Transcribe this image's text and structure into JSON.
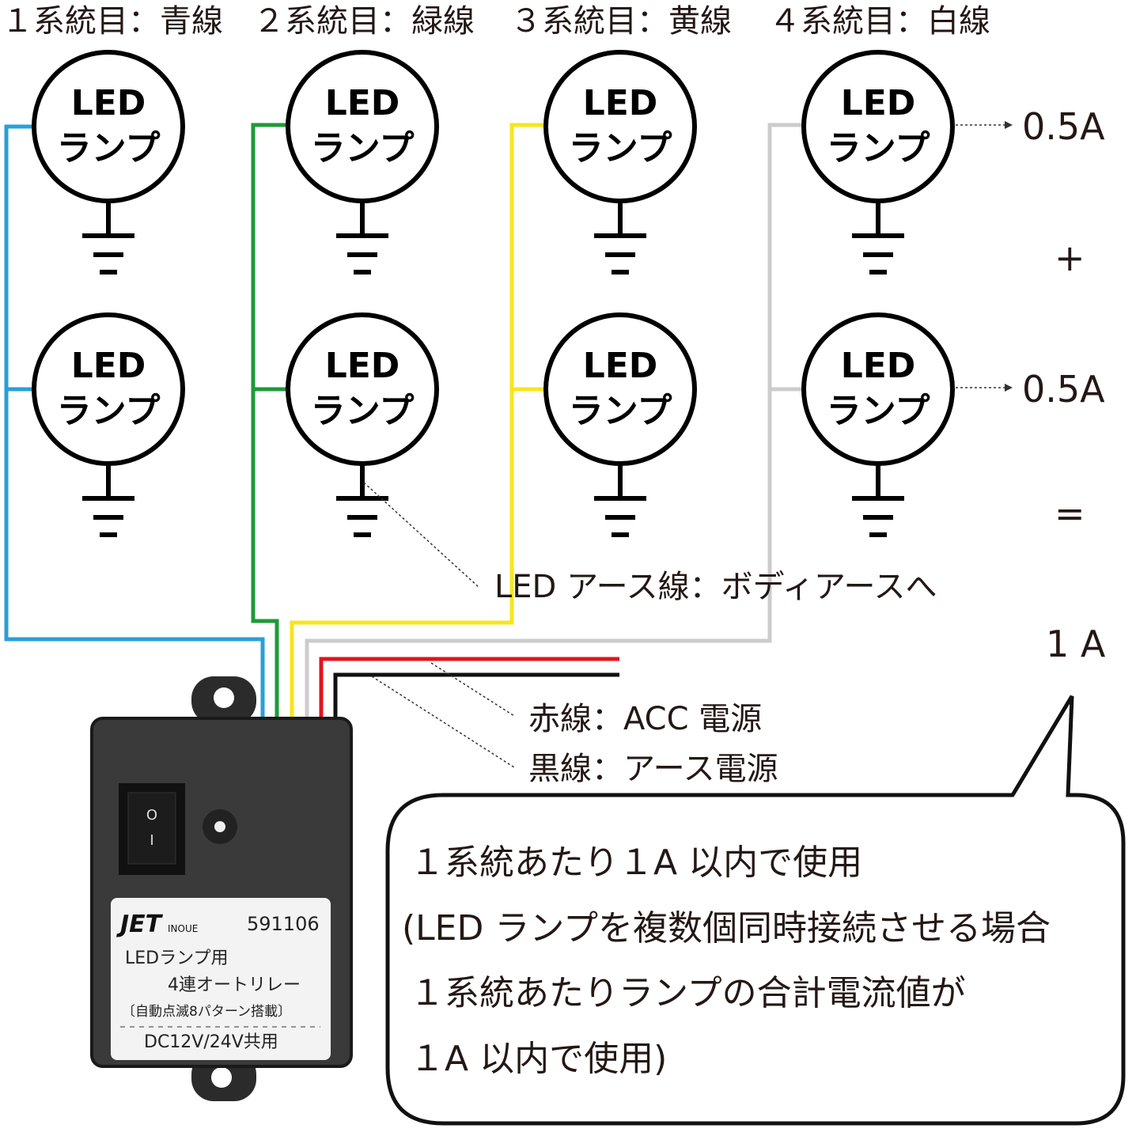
{
  "headers": [
    "１系統目：青線",
    "２系統目：緑線",
    "３系統目：黄線",
    "４系統目：白線"
  ],
  "lamp": {
    "line1": "LED",
    "line2": "ランプ"
  },
  "wire_colors": {
    "blue": "#2a9fd8",
    "green": "#1e9a3a",
    "yellow": "#f5e61e",
    "white": "#cccccc",
    "red": "#e0141e",
    "black": "#111111"
  },
  "current": {
    "lamp1": "0.5A",
    "plus": "+",
    "lamp2": "0.5A",
    "equals": "=",
    "total": "1 A"
  },
  "notes": {
    "ground": "LED アース線：ボディアースへ",
    "red": "赤線：ACC 電源",
    "black": "黒線：アース電源"
  },
  "bubble": [
    "１系統あたり１A 以内で使用",
    "(LED ランプを複数個同時接続させる場合",
    "１系統あたりランプの合計電流値が",
    "１A 以内で使用)"
  ],
  "device": {
    "brand": "JET",
    "brand_sub": "INOUE",
    "model": "591106",
    "line1": "LEDランプ用",
    "line2": "4連オートリレー",
    "line3": "〔自動点滅8パターン搭載〕",
    "line4": "DC12V/24V共用",
    "switch_on": "O",
    "switch_off": "I"
  }
}
